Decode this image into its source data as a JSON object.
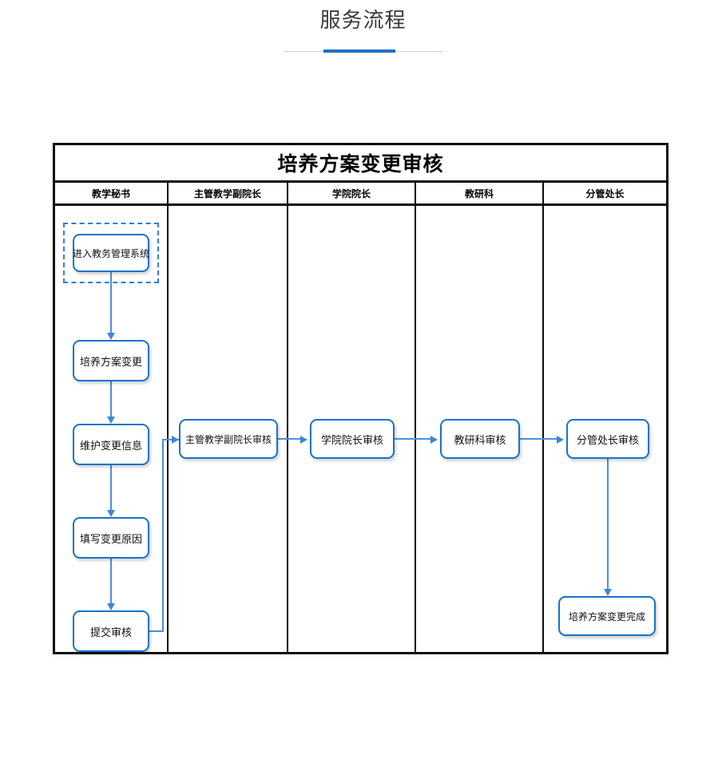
{
  "page": {
    "title": "服务流程"
  },
  "flow": {
    "title": "培养方案变更审核",
    "columns": [
      {
        "label": "教学秘书"
      },
      {
        "label": "主管教学副院长"
      },
      {
        "label": "学院院长"
      },
      {
        "label": "教研科"
      },
      {
        "label": "分管处长"
      }
    ],
    "nodes": [
      {
        "label": "进入教务管理系统",
        "lane": 0,
        "selected": true
      },
      {
        "label": "培养方案变更",
        "lane": 0,
        "selected": false
      },
      {
        "label": "维护变更信息",
        "lane": 0,
        "selected": false
      },
      {
        "label": "填写变更原因",
        "lane": 0,
        "selected": false
      },
      {
        "label": "提交审核",
        "lane": 0,
        "selected": false
      },
      {
        "label": "主管教学副院长审核",
        "lane": 1,
        "selected": false
      },
      {
        "label": "学院院长审核",
        "lane": 2,
        "selected": false
      },
      {
        "label": "教研科审核",
        "lane": 3,
        "selected": false
      },
      {
        "label": "分管处长审核",
        "lane": 4,
        "selected": false
      },
      {
        "label": "培养方案变更完成",
        "lane": 4,
        "selected": false
      }
    ]
  },
  "colors": {
    "accent": "#1f6fc4",
    "node_border": "#1673c8",
    "connector": "#4a90d9",
    "selection": "#2f7fd0",
    "table_border": "#0d0d0d",
    "title_text": "#3a3a3a"
  }
}
